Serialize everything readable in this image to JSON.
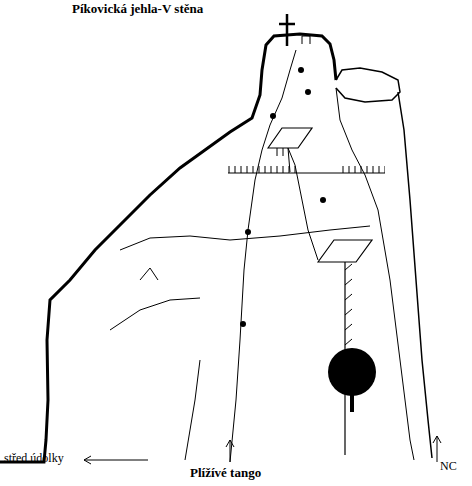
{
  "diagram": {
    "title": "Píkovická jehla-V stěna",
    "labels": [
      "střed údolky",
      "Plížívé tango",
      "NC"
    ]
  }
}
